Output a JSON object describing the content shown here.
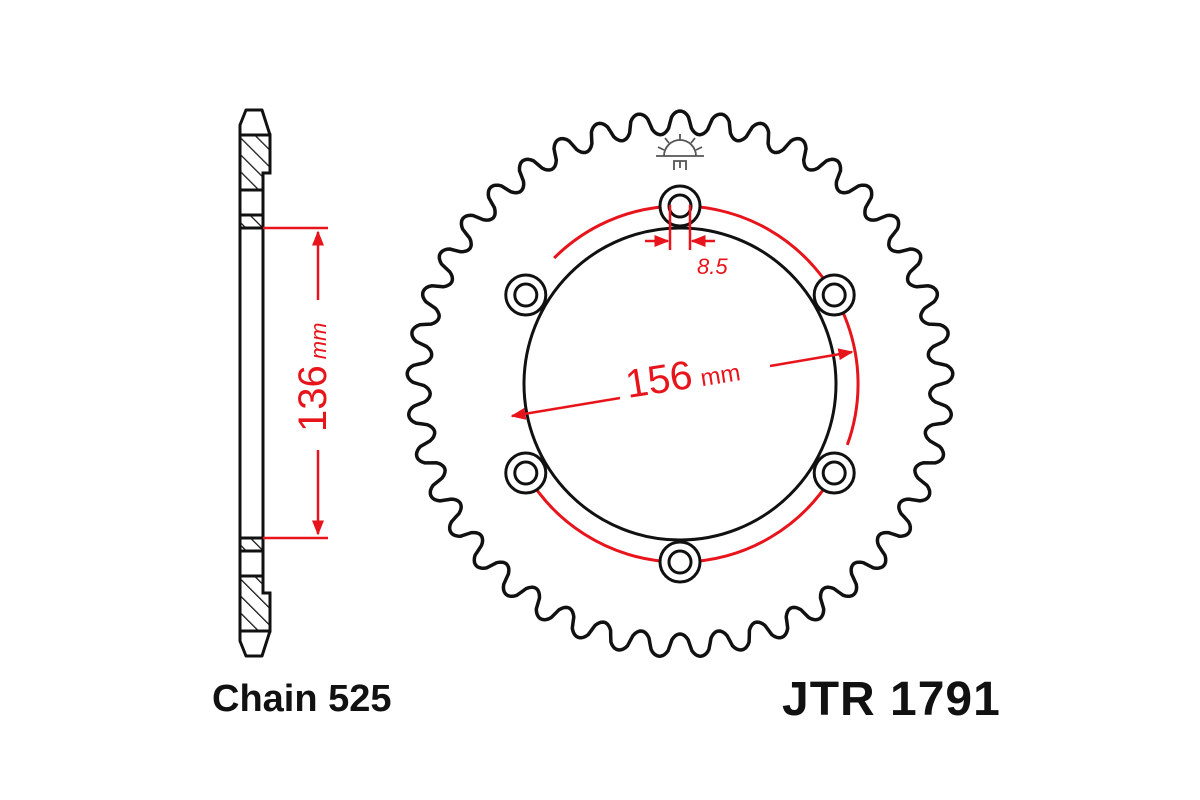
{
  "diagram": {
    "type": "technical-drawing",
    "subject": "rear chain sprocket",
    "part_number_label": "JTR 1791",
    "chain_label": "Chain 525",
    "dimensions": {
      "center_bore": {
        "value": "136",
        "unit": "mm"
      },
      "bolt_circle": {
        "value": "156",
        "unit": "mm"
      },
      "bolt_hole": {
        "value": "8.5"
      }
    },
    "bolt_hole_count": 6,
    "tooth_count_drawn": 41,
    "colors": {
      "outline": "#111111",
      "dimension": "#e8141b",
      "background": "#ffffff",
      "symbol": "#555555"
    }
  }
}
